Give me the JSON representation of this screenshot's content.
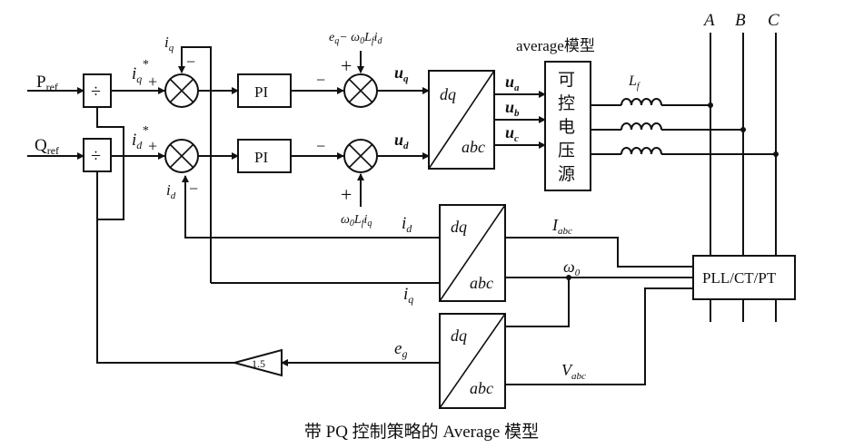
{
  "phases": {
    "a": "A",
    "b": "B",
    "c": "C"
  },
  "inputs": {
    "p_ref_main": "P",
    "p_ref_sub": "ref",
    "q_ref_main": "Q",
    "q_ref_sub": "ref"
  },
  "divider_symbol": "÷",
  "pi_label": "PI",
  "plus": "+",
  "minus": "−",
  "signals": {
    "iq_top": "i",
    "iq_top_sub": "q",
    "iq_star": "i",
    "iq_star_sub": "q",
    "iq_star_sup": "*",
    "id_star": "i",
    "id_star_sub": "d",
    "id_star_sup": "*",
    "id_left": "i",
    "id_left_sub": "d",
    "uq": "u",
    "uq_sub": "q",
    "ud": "u",
    "ud_sub": "d",
    "ua": "u",
    "ua_sub": "a",
    "ub": "u",
    "ub_sub": "b",
    "uc": "u",
    "uc_sub": "c",
    "id_mid": "i",
    "id_mid_sub": "d",
    "iq_mid": "i",
    "iq_mid_sub": "q",
    "eg": "e",
    "eg_sub": "g",
    "iabc": "I",
    "iabc_sub": "abc",
    "omega0": "ω",
    "omega0_sub": "0",
    "vabc": "V",
    "vabc_sub": "abc"
  },
  "ff_top": {
    "e": "e",
    "e_sub": "q",
    "op": "− ω",
    "w_sub": "0",
    "L": "L",
    "L_sub": "f",
    "i": "i",
    "i_sub": "d"
  },
  "ff_bottom": {
    "w": "ω",
    "w_sub": "0",
    "L": "L",
    "L_sub": "f",
    "i": "i",
    "i_sub": "q"
  },
  "transform": {
    "dq": "dq",
    "abc": "abc"
  },
  "average_label": "average模型",
  "source_chars": [
    "可",
    "控",
    "电",
    "压",
    "源"
  ],
  "inductor_label": "L",
  "inductor_sub": "f",
  "pll_label": "PLL/CT/PT",
  "gain": "1.5",
  "caption": "带 PQ 控制策略的 Average 模型"
}
